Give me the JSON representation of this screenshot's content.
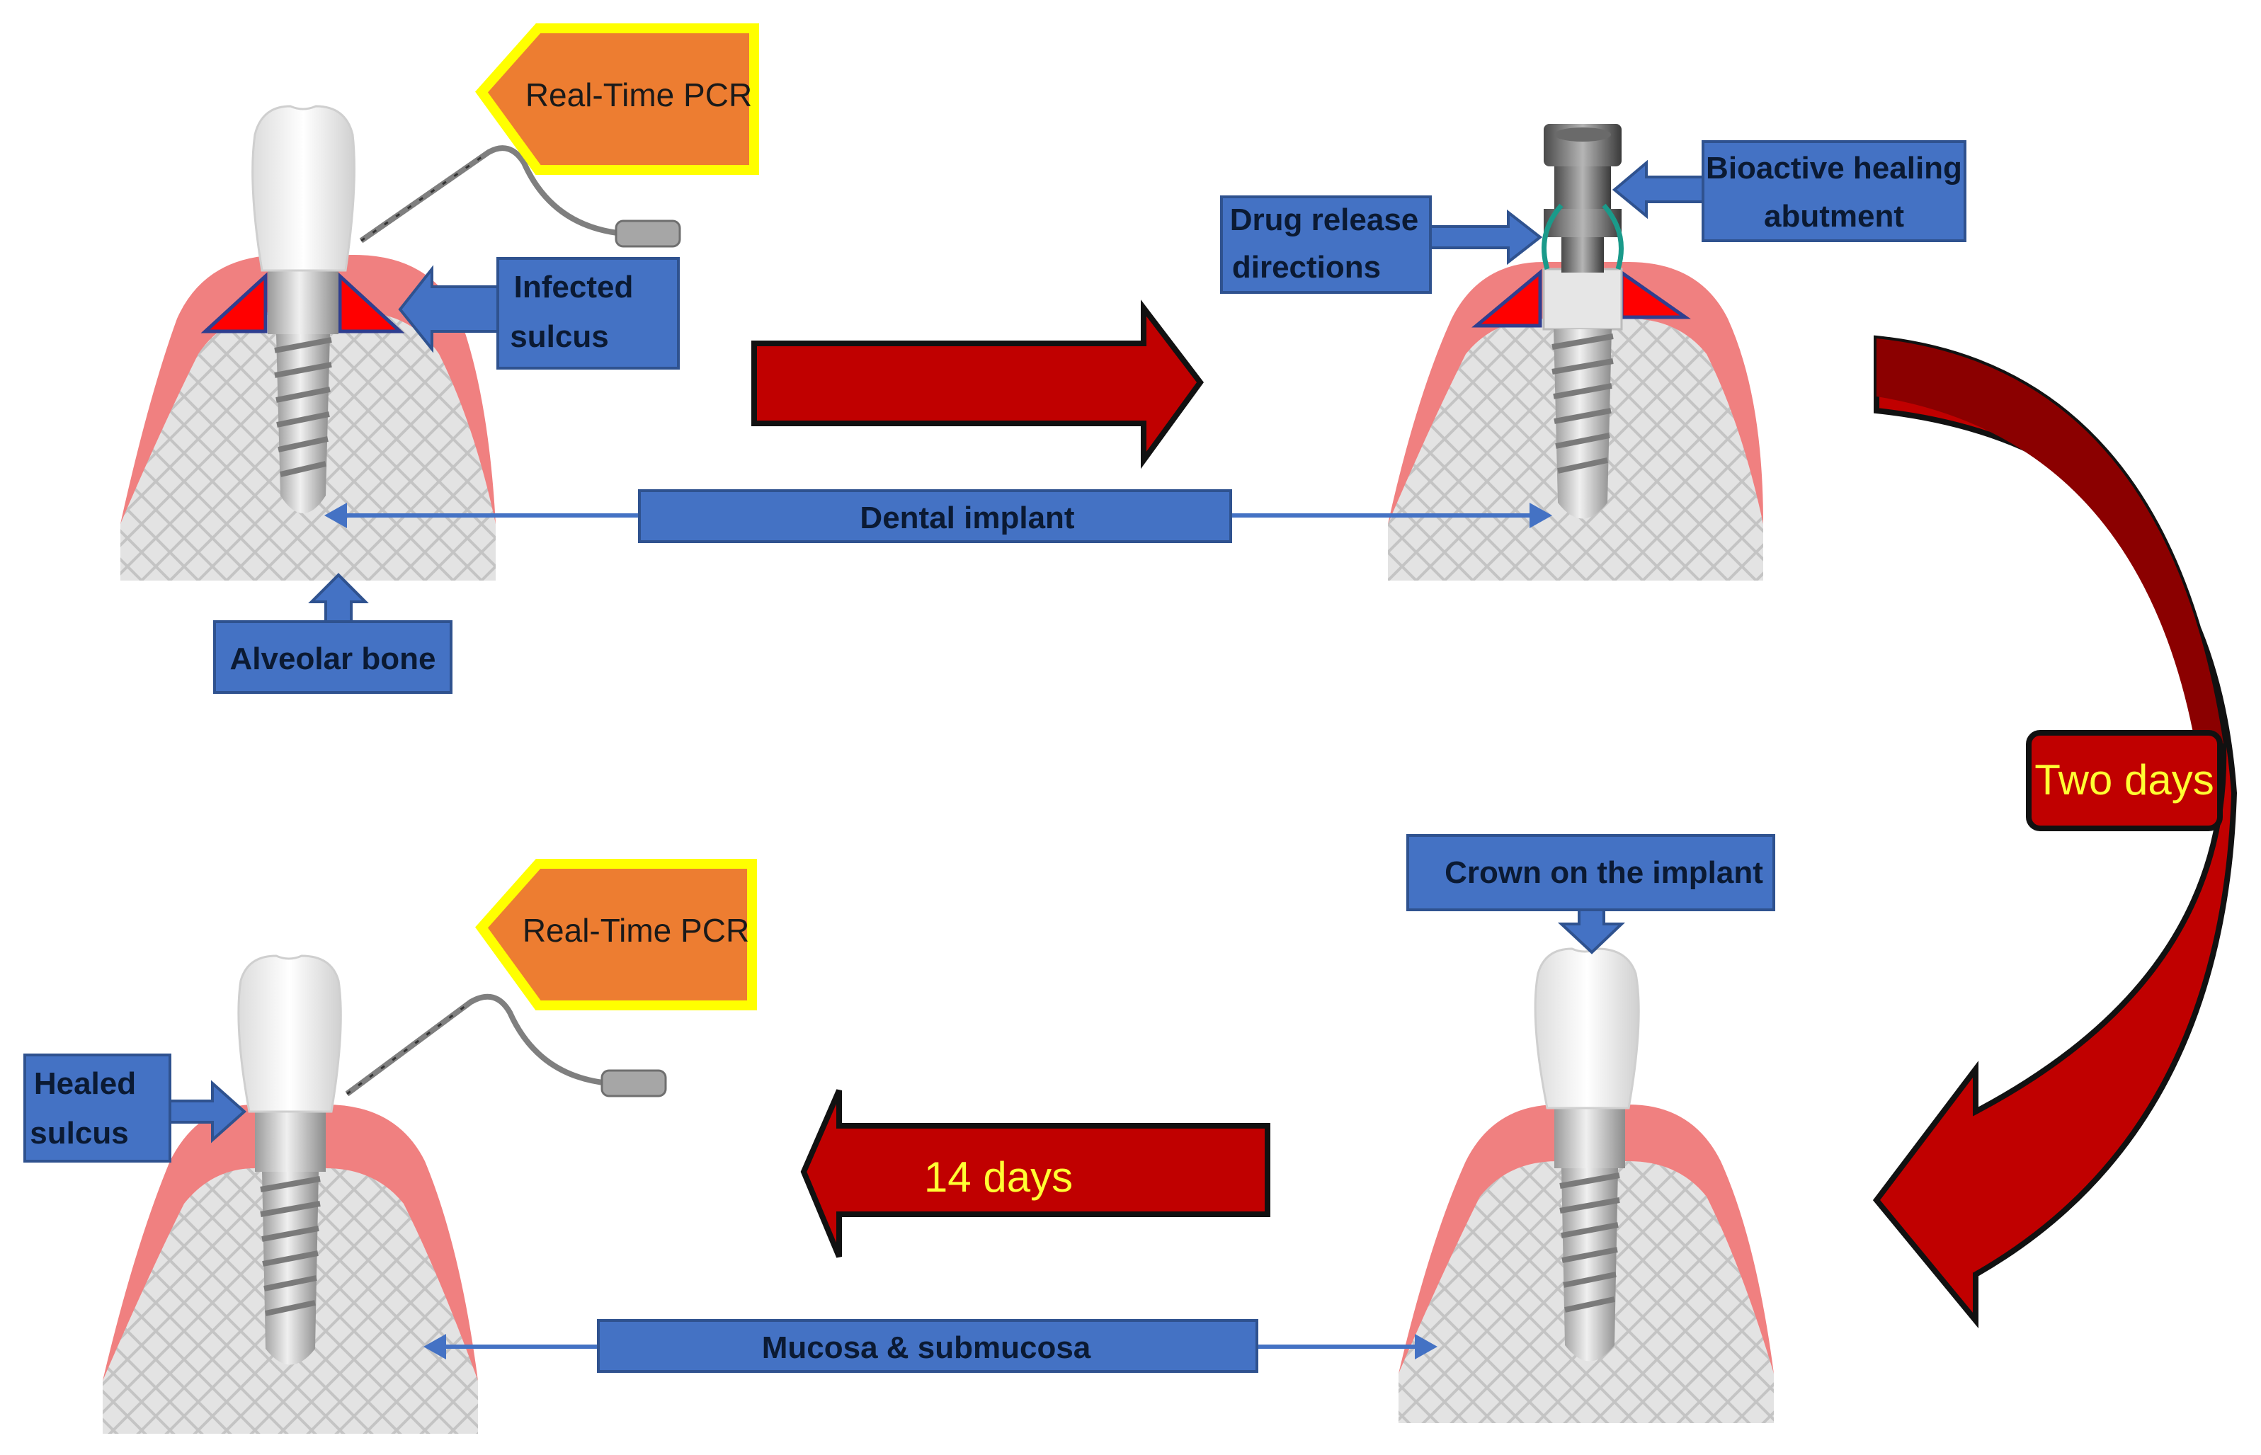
{
  "labels": {
    "pcr_top": "Real-Time PCR",
    "pcr_bottom": "Real-Time PCR",
    "infected_line1": "Infected",
    "infected_line2": "sulcus",
    "alveolar_bone": "Alveolar bone",
    "dental_implant": "Dental implant",
    "drug_line1": "Drug release",
    "drug_line2": "directions",
    "bioactive_line1": "Bioactive healing",
    "bioactive_line2": "abutment",
    "two_days": "Two days",
    "crown": "Crown on the implant",
    "fourteen_days": "14 days",
    "healed_line1": "Healed",
    "healed_line2": "sulcus",
    "mucosa": "Mucosa & submucosa"
  },
  "colors": {
    "label_blue": "#4472c4",
    "label_border": "#2f528f",
    "arrow_red": "#c00000",
    "arrow_dark": "#8b0000",
    "pcr_orange": "#ed7d31",
    "pcr_border": "#ffff00",
    "gum": "#f08080",
    "gum_inner": "#f7a7a7",
    "infection": "#ff0000",
    "bone": "#d9d9d9",
    "metal": "#bfbfbf",
    "yellow_text": "#ffff33"
  },
  "icons": [
    "dental-probe-icon",
    "tooth-crown-icon",
    "implant-screw-icon",
    "healing-abutment-icon"
  ]
}
